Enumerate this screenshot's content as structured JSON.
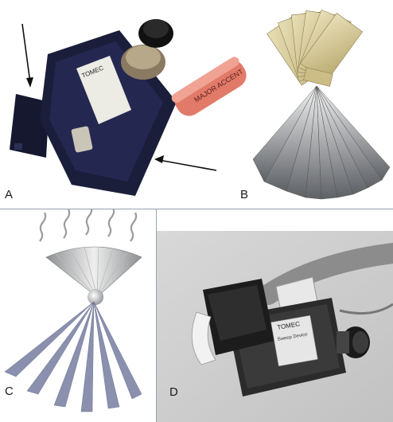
{
  "panels": [
    {
      "id": "A",
      "label": "A",
      "device_brand": "TOMEC",
      "cap_text": "MAJOR ACCENT"
    },
    {
      "id": "B",
      "label": "B"
    },
    {
      "id": "C",
      "label": "C"
    },
    {
      "id": "D",
      "label": "D",
      "device_brand": "TOMEC",
      "device_text": "Sweep Device"
    }
  ],
  "colors": {
    "device_dark": "#1b1e3a",
    "cap_red": "#e27a6a",
    "beige": "#d9cc98",
    "steel": "#8f9399",
    "fan_blue": "#8a90ae",
    "panel_d_bg": "#cfcfcf"
  }
}
